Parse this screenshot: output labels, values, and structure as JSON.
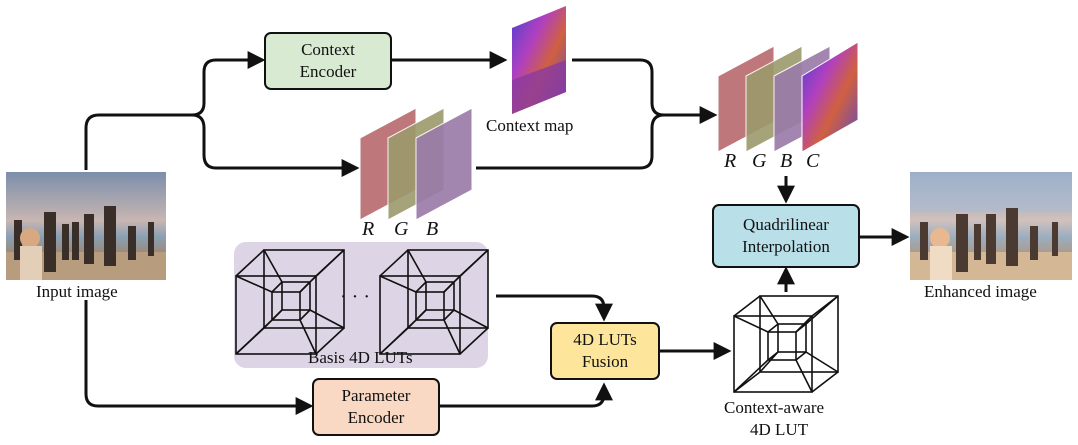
{
  "nodes": {
    "context_encoder": {
      "line1": "Context",
      "line2": "Encoder",
      "color": "#d9ead3"
    },
    "parameter_encoder": {
      "line1": "Parameter",
      "line2": "Encoder",
      "color": "#f9d9c3"
    },
    "luts_fusion": {
      "line1": "4D LUTs",
      "line2": "Fusion",
      "color": "#fde69b"
    },
    "quadrilinear": {
      "line1": "Quadrilinear",
      "line2": "Interpolation",
      "color": "#b9dfe8"
    }
  },
  "labels": {
    "input_image": "Input image",
    "enhanced_image": "Enhanced image",
    "context_map": "Context map",
    "basis_luts": "Basis 4D LUTs",
    "basis_ellipsis": "· · ·",
    "context_aware_line1": "Context-aware",
    "context_aware_line2": "4D LUT"
  },
  "channels_rgb": [
    "R",
    "G",
    "B"
  ],
  "channels_rgbc": [
    "R",
    "G",
    "B",
    "C"
  ],
  "colors": {
    "basis_panel": "#ddd4e6",
    "channel_r": "#b86a6e",
    "channel_g": "#9c9a6c",
    "channel_b": "#9a7aa8",
    "context_map": "#6a3fb0"
  }
}
